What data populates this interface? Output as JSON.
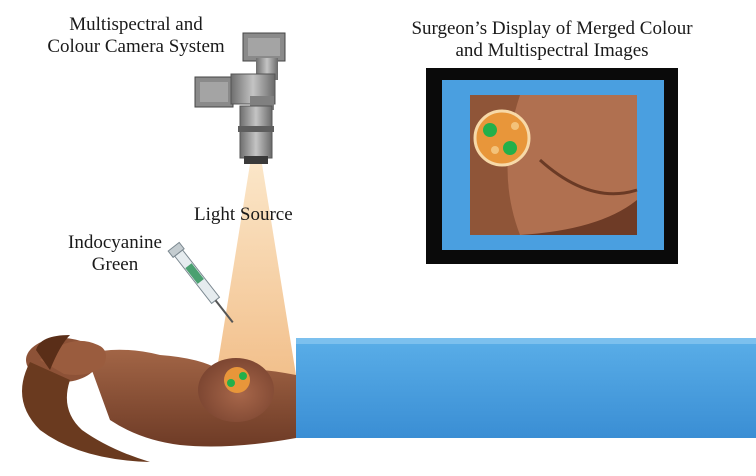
{
  "labels": {
    "camera_line1": "Multispectral and",
    "camera_line2": "Colour Camera System",
    "display_line1": "Surgeon’s Display of Merged Colour",
    "display_line2": "and Multispectral Images",
    "light_source": "Light Source",
    "icg_line1": "Indocyanine",
    "icg_line2": "Green"
  },
  "colors": {
    "drape": "#4a9fe0",
    "drape_dark": "#2f7fc4",
    "skin": "#8b5036",
    "skin_light": "#b07050",
    "light_beam": "#f6d2a6",
    "camera_body": "#9a9a9a",
    "monitor_frame": "#0a0a0a",
    "fluorescence_green": "#23b04a",
    "tissue_orange": "#e8963a"
  },
  "icons": {
    "camera": "camera-icon",
    "syringe": "syringe-icon",
    "monitor": "monitor-icon"
  }
}
